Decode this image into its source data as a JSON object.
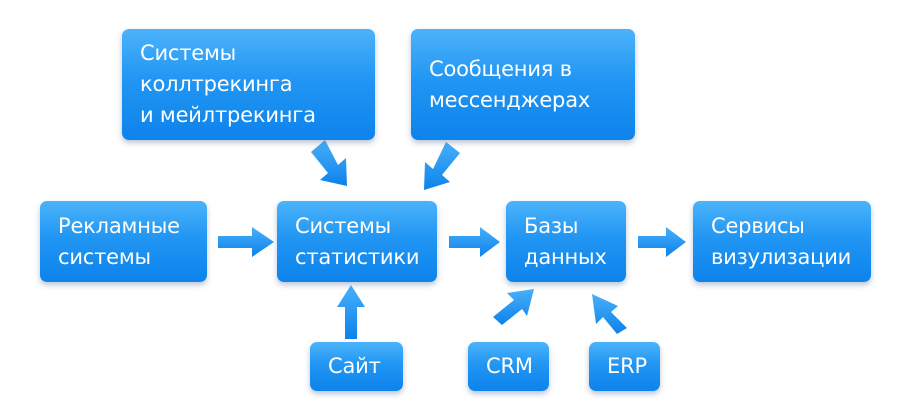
{
  "nodes": {
    "calltracking": {
      "lines": [
        "Системы",
        "коллтрекинга",
        "и мейлтрекинга"
      ]
    },
    "messengers": {
      "lines": [
        "Сообщения в",
        "мессенджерах"
      ]
    },
    "ad_systems": {
      "lines": [
        "Рекламные",
        "системы"
      ]
    },
    "analytics": {
      "lines": [
        "Системы",
        "статистики"
      ]
    },
    "databases": {
      "lines": [
        "Базы",
        "данных"
      ]
    },
    "visualization": {
      "lines": [
        "Сервисы",
        "визулизации"
      ]
    },
    "site": {
      "lines": [
        "Сайт"
      ]
    },
    "crm": {
      "lines": [
        "CRM"
      ]
    },
    "erp": {
      "lines": [
        "ERP"
      ]
    }
  },
  "edges": [
    {
      "from": "calltracking",
      "to": "analytics"
    },
    {
      "from": "messengers",
      "to": "analytics"
    },
    {
      "from": "ad_systems",
      "to": "analytics"
    },
    {
      "from": "site",
      "to": "analytics"
    },
    {
      "from": "analytics",
      "to": "databases"
    },
    {
      "from": "crm",
      "to": "databases"
    },
    {
      "from": "erp",
      "to": "databases"
    },
    {
      "from": "databases",
      "to": "visualization"
    }
  ],
  "colors": {
    "node": "#1e93f2",
    "arrow": "#1a8ef1"
  }
}
